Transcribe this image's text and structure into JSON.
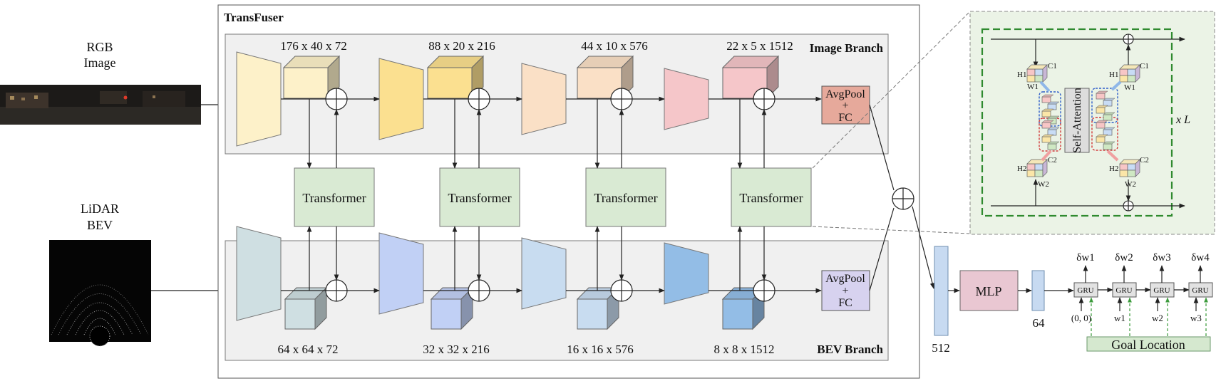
{
  "inputs": {
    "rgb_line1": "RGB",
    "rgb_line2": "Image",
    "lidar_line1": "LiDAR",
    "lidar_line2": "BEV"
  },
  "transfuser": {
    "title": "TransFuser",
    "image_branch_label": "Image Branch",
    "bev_branch_label": "BEV Branch",
    "image_dims": [
      "176 x 40 x 72",
      "88 x 20 x 216",
      "44 x 10 x 576",
      "22 x 5 x 1512"
    ],
    "bev_dims": [
      "64 x 64 x 72",
      "32 x 32 x 216",
      "16 x 16 x 576",
      "8 x 8 x 1512"
    ],
    "transformer_label": "Transformer",
    "pool_line1": "AvgPool",
    "pool_line2": "+",
    "pool_line3": "FC"
  },
  "head": {
    "feat_512": "512",
    "mlp": "MLP",
    "feat_64": "64",
    "gru": "GRU",
    "gru_outputs": [
      "δw1",
      "δw2",
      "δw3",
      "δw4"
    ],
    "gru_inputs": [
      "(0, 0)",
      "w1",
      "w2",
      "w3"
    ],
    "goal": "Goal Location"
  },
  "attention": {
    "self_attention": "Self-Attention",
    "repeat": "x L",
    "h1": "H1",
    "w1": "W1",
    "c1": "C1",
    "h2": "H2",
    "w2": "W2",
    "c2": "C2"
  },
  "colors": {
    "img_stage": [
      "#fdf1c9",
      "#fbe090",
      "#fae0c6",
      "#f5c6c9"
    ],
    "bev_stage": [
      "#cfdfe2",
      "#c1d0f5",
      "#c8dcf0",
      "#93bde6"
    ],
    "transformer": "#d9ead3",
    "image_pool": "#e6a99b",
    "bev_pool": "#d7d2ef",
    "mlp": "#e9c7d2",
    "feature_bar": "#c7daf1",
    "goal": "#d5e8cf"
  }
}
